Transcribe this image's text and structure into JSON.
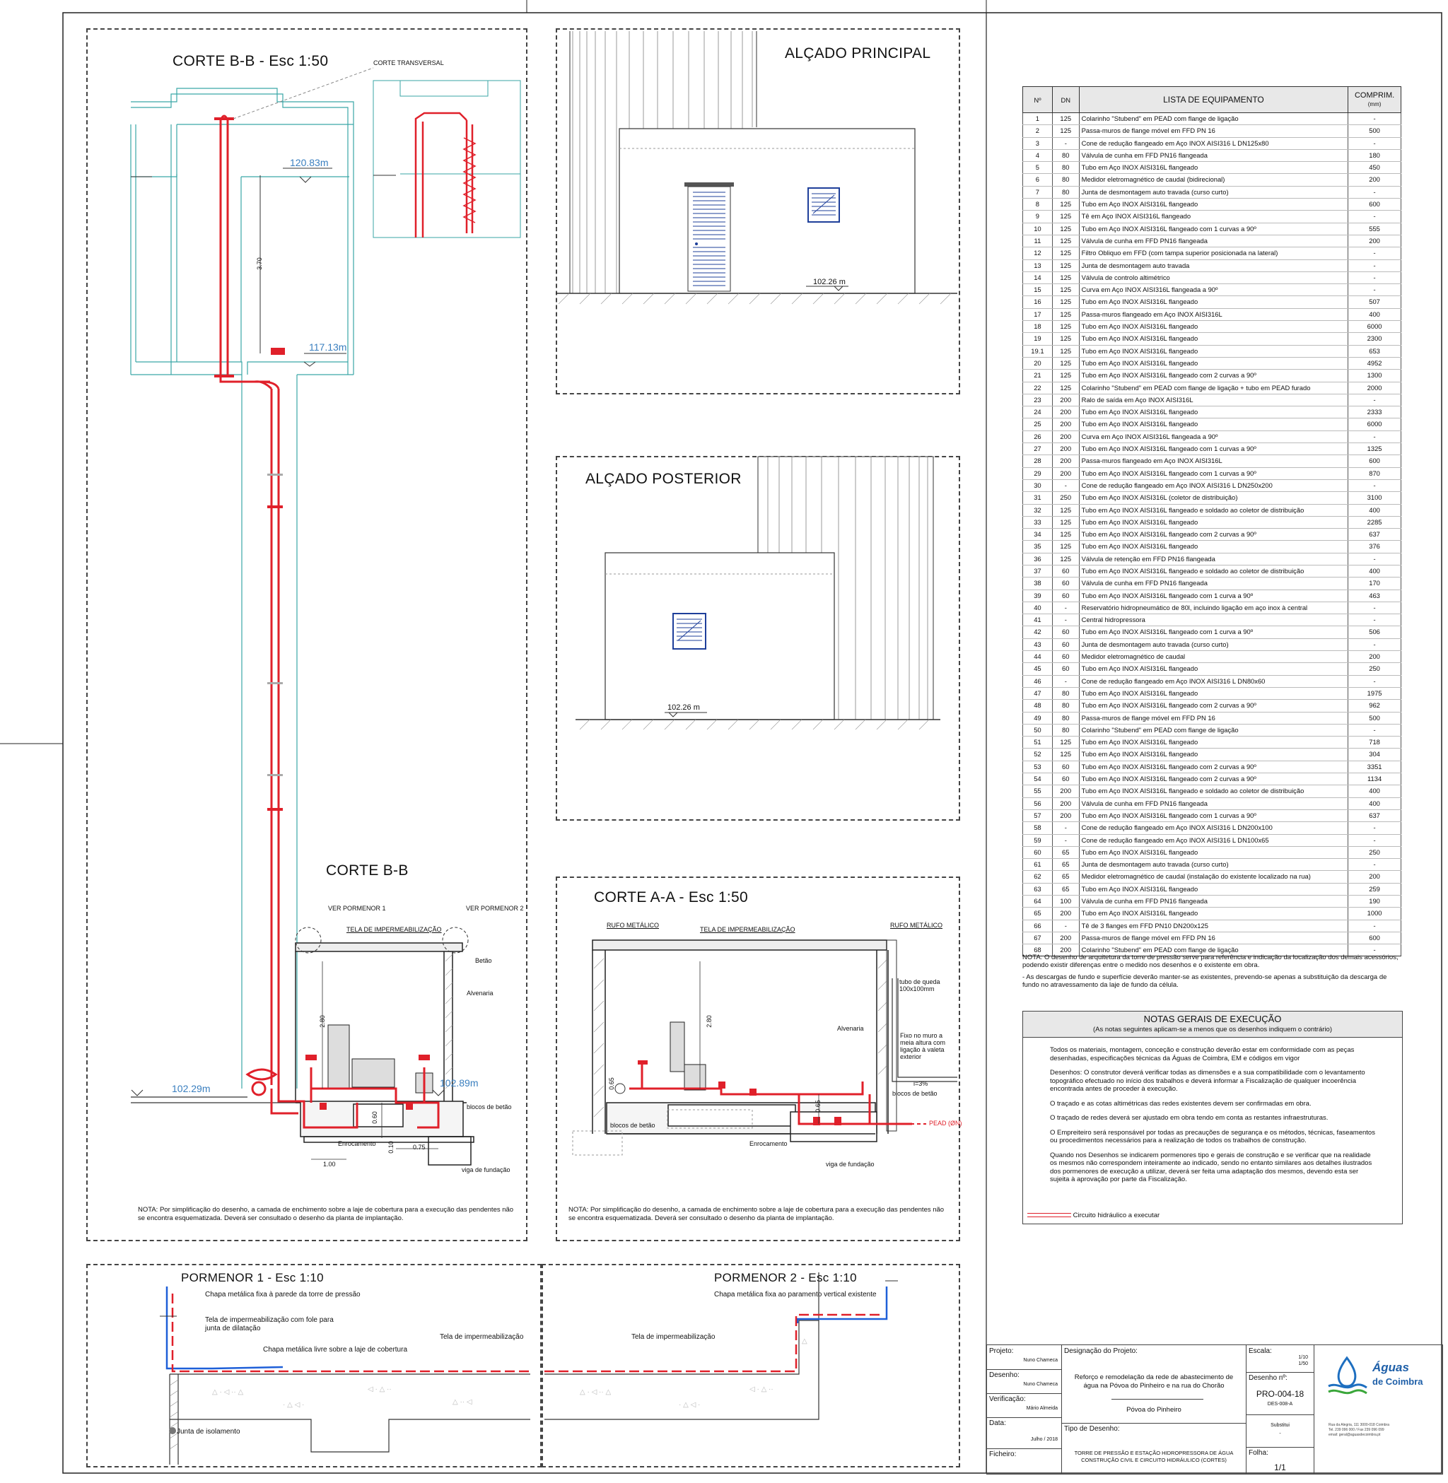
{
  "sections": {
    "corte_bb_50": "CORTE B-B - Esc 1:50",
    "corte_transversal": "CORTE TRANSVERSAL",
    "corte_bb": "CORTE B-B",
    "alcado_principal": "ALÇADO PRINCIPAL",
    "alcado_posterior": "ALÇADO POSTERIOR",
    "corte_aa": "CORTE A-A - Esc 1:50",
    "pormenor1": "PORMENOR 1 - Esc 1:10",
    "pormenor2": "PORMENOR 2 - Esc 1:10"
  },
  "levels": {
    "l120": "120.83m",
    "l117": "117.13m",
    "l102_29": "102.29m",
    "l102_89": "102.89m",
    "l102_26a": "102.26 m",
    "l102_26b": "102.26 m"
  },
  "dims": {
    "d370": "3.70",
    "d280a": "2.80",
    "d280b": "2.80",
    "d100": "1.00",
    "d060": "0.60",
    "d010": "0.10",
    "d075": "0.75",
    "d065a": "0.65",
    "d065b": "0.65",
    "slope": "i=3%"
  },
  "labels": {
    "ver_pormenor1": "VER PORMENOR 1",
    "ver_pormenor2": "VER PORMENOR 2",
    "tela_bb": "TELA DE IMPERMEABILIZAÇÃO",
    "betao": "Betão",
    "alvenaria_bb": "Alvenaria",
    "blocos_bb": "blocos de betão",
    "enrocamento_bb": "Enrocamento",
    "viga_bb": "viga de fundação",
    "rufo_l": "RUFO METÁLICO",
    "rufo_r": "RUFO METÁLICO",
    "tela_aa": "TELA DE IMPERMEABILIZAÇÃO",
    "tubo_queda": "tubo de queda 100x100mm",
    "alvenaria_aa": "Alvenaria",
    "fixo_muro": "Fixo no muro a meia altura com ligação à valeta exterior",
    "blocos_aa_l": "blocos de betão",
    "blocos_aa_r": "blocos de betão",
    "enrocamento_aa": "Enrocamento",
    "viga_aa": "viga de fundação",
    "pead": "PEAD (ØN)",
    "p1_chapa_fixa": "Chapa metálica fixa à parede da torre de pressão",
    "p1_tela_fole": "Tela de impermeabilização com fole para junta de dilatação",
    "p1_chapa_livre": "Chapa metálica livre sobre a laje de cobertura",
    "p1_tela": "Tela de impermeabilização",
    "p1_junta": "Junta de isolamento",
    "p2_chapa": "Chapa metálica fixa ao paramento vertical existente",
    "p2_tela": "Tela de impermeabilização"
  },
  "nota_bb": "NOTA: Por simplificação do desenho, a camada de enchimento sobre a laje de cobertura para a execução das pendentes não se encontra esquematizada. Deverá ser consultado o desenho da planta de implantação.",
  "nota_aa": "NOTA: Por simplificação do desenho, a camada de enchimento sobre a laje de cobertura para a execução das pendentes não se encontra esquematizada. Deverá ser consultado o desenho da planta de implantação.",
  "table": {
    "headers": {
      "n": "Nº",
      "dn": "DN",
      "lista": "LISTA DE EQUIPAMENTO",
      "comp": "COMPRIM.",
      "unit": "(mm)"
    },
    "rows": [
      [
        "1",
        "125",
        "Colarinho \"Stubend\" em PEAD com flange de ligação",
        "-"
      ],
      [
        "2",
        "125",
        "Passa-muros de flange móvel em FFD PN 16",
        "500"
      ],
      [
        "3",
        "-",
        "Cone de redução flangeado em Aço INOX AISI316 L DN125x80",
        "-"
      ],
      [
        "4",
        "80",
        "Válvula de cunha em FFD PN16 flangeada",
        "180"
      ],
      [
        "5",
        "80",
        "Tubo em Aço INOX AISI316L flangeado",
        "450"
      ],
      [
        "6",
        "80",
        "Medidor eletromagnético de caudal (bidirecional)",
        "200"
      ],
      [
        "7",
        "80",
        "Junta de desmontagem auto travada (curso curto)",
        "-"
      ],
      [
        "8",
        "125",
        "Tubo em Aço INOX AISI316L flangeado",
        "600"
      ],
      [
        "9",
        "125",
        "Tê em Aço INOX AISI316L flangeado",
        "-"
      ],
      [
        "10",
        "125",
        "Tubo em Aço INOX AISI316L flangeado com 1 curvas a 90º",
        "555"
      ],
      [
        "11",
        "125",
        "Válvula de cunha em FFD PN16 flangeada",
        "200"
      ],
      [
        "12",
        "125",
        "Filtro Obliquo em FFD (com tampa superior posicionada na lateral)",
        "-"
      ],
      [
        "13",
        "125",
        "Junta de desmontagem auto travada",
        "-"
      ],
      [
        "14",
        "125",
        "Válvula de controlo altimétrico",
        "-"
      ],
      [
        "15",
        "125",
        "Curva em Aço INOX AISI316L flangeada a 90º",
        "-"
      ],
      [
        "16",
        "125",
        "Tubo em Aço INOX AISI316L flangeado",
        "507"
      ],
      [
        "17",
        "125",
        "Passa-muros flangeado em Aço INOX AISI316L",
        "400"
      ],
      [
        "18",
        "125",
        "Tubo em Aço INOX AISI316L flangeado",
        "6000"
      ],
      [
        "19",
        "125",
        "Tubo em Aço INOX AISI316L flangeado",
        "2300"
      ],
      [
        "19.1",
        "125",
        "Tubo em Aço INOX AISI316L flangeado",
        "653"
      ],
      [
        "20",
        "125",
        "Tubo em Aço INOX AISI316L flangeado",
        "4952"
      ],
      [
        "21",
        "125",
        "Tubo em Aço INOX AISI316L flangeado com 2 curvas a 90º",
        "1300"
      ],
      [
        "22",
        "125",
        "Colarinho \"Stubend\" em PEAD com flange de ligação + tubo em PEAD furado",
        "2000"
      ],
      [
        "23",
        "200",
        "Ralo de saída em Aço INOX AISI316L",
        "-"
      ],
      [
        "24",
        "200",
        "Tubo em Aço INOX AISI316L flangeado",
        "2333"
      ],
      [
        "25",
        "200",
        "Tubo em Aço INOX AISI316L flangeado",
        "6000"
      ],
      [
        "26",
        "200",
        "Curva em Aço INOX AISI316L flangeada a 90º",
        "-"
      ],
      [
        "27",
        "200",
        "Tubo em Aço INOX AISI316L flangeado com 1 curvas a 90º",
        "1325"
      ],
      [
        "28",
        "200",
        "Passa-muros flangeado em Aço INOX AISI316L",
        "600"
      ],
      [
        "29",
        "200",
        "Tubo em Aço INOX AISI316L flangeado com 1 curvas a 90º",
        "870"
      ],
      [
        "30",
        "-",
        "Cone de redução flangeado em Aço INOX AISI316 L DN250x200",
        "-"
      ],
      [
        "31",
        "250",
        "Tubo em Aço INOX AISI316L (coletor de distribuição)",
        "3100"
      ],
      [
        "32",
        "125",
        "Tubo em Aço INOX AISI316L flangeado e soldado ao coletor de distribuição",
        "400"
      ],
      [
        "33",
        "125",
        "Tubo em Aço INOX AISI316L flangeado",
        "2285"
      ],
      [
        "34",
        "125",
        "Tubo em Aço INOX AISI316L flangeado com 2 curvas a 90º",
        "637"
      ],
      [
        "35",
        "125",
        "Tubo em Aço INOX AISI316L flangeado",
        "376"
      ],
      [
        "36",
        "125",
        "Válvula de retenção em FFD PN16 flangeada",
        "-"
      ],
      [
        "37",
        "60",
        "Tubo em Aço INOX AISI316L flangeado e soldado ao coletor de distribuição",
        "400"
      ],
      [
        "38",
        "60",
        "Válvula de cunha em FFD PN16 flangeada",
        "170"
      ],
      [
        "39",
        "60",
        "Tubo em Aço INOX AISI316L flangeado com 1 curva a 90º",
        "463"
      ],
      [
        "40",
        "-",
        "Reservatório hidropneumático de 80l, incluindo ligação em aço inox à central",
        "-"
      ],
      [
        "41",
        "-",
        "Central hidropressora",
        "-"
      ],
      [
        "42",
        "60",
        "Tubo em Aço INOX AISI316L flangeado com 1 curva a 90º",
        "506"
      ],
      [
        "43",
        "60",
        "Junta de desmontagem auto travada (curso curto)",
        "-"
      ],
      [
        "44",
        "60",
        "Medidor eletromagnético de caudal",
        "200"
      ],
      [
        "45",
        "60",
        "Tubo em Aço INOX AISI316L flangeado",
        "250"
      ],
      [
        "46",
        "-",
        "Cone de redução flangeado em Aço INOX AISI316 L DN80x60",
        "-"
      ],
      [
        "47",
        "80",
        "Tubo em Aço INOX AISI316L flangeado",
        "1975"
      ],
      [
        "48",
        "80",
        "Tubo em Aço INOX AISI316L flangeado com 2 curvas a 90º",
        "962"
      ],
      [
        "49",
        "80",
        "Passa-muros de flange móvel em FFD PN 16",
        "500"
      ],
      [
        "50",
        "80",
        "Colarinho \"Stubend\" em PEAD com flange de ligação",
        "-"
      ],
      [
        "51",
        "125",
        "Tubo em Aço INOX AISI316L flangeado",
        "718"
      ],
      [
        "52",
        "125",
        "Tubo em Aço INOX AISI316L flangeado",
        "304"
      ],
      [
        "53",
        "60",
        "Tubo em Aço INOX AISI316L flangeado com 2 curvas a 90º",
        "3351"
      ],
      [
        "54",
        "60",
        "Tubo em Aço INOX AISI316L flangeado com 2 curvas a 90º",
        "1134"
      ],
      [
        "55",
        "200",
        "Tubo em Aço INOX AISI316L flangeado e soldado ao coletor de distribuição",
        "400"
      ],
      [
        "56",
        "200",
        "Válvula de cunha em FFD PN16 flangeada",
        "400"
      ],
      [
        "57",
        "200",
        "Tubo em Aço INOX AISI316L flangeado com 1 curvas a 90º",
        "637"
      ],
      [
        "58",
        "-",
        "Cone de redução flangeado em Aço INOX AISI316 L DN200x100",
        "-"
      ],
      [
        "59",
        "-",
        "Cone de redução flangeado em Aço INOX AISI316 L DN100x65",
        "-"
      ],
      [
        "60",
        "65",
        "Tubo em Aço INOX AISI316L flangeado",
        "250"
      ],
      [
        "61",
        "65",
        "Junta de desmontagem auto travada (curso curto)",
        "-"
      ],
      [
        "62",
        "65",
        "Medidor eletromagnético de caudal (instalação do existente localizado na rua)",
        "200"
      ],
      [
        "63",
        "65",
        "Tubo em Aço INOX AISI316L flangeado",
        "259"
      ],
      [
        "64",
        "100",
        "Válvula de cunha em FFD PN16 flangeada",
        "190"
      ],
      [
        "65",
        "200",
        "Tubo em Aço INOX AISI316L flangeado",
        "1000"
      ],
      [
        "66",
        "-",
        "Tê de 3 flanges em FFD PN10 DN200x125",
        "-"
      ],
      [
        "67",
        "200",
        "Passa-muros de flange móvel em FFD PN 16",
        "600"
      ],
      [
        "68",
        "200",
        "Colarinho \"Stubend\" em PEAD com flange de ligação",
        "-"
      ]
    ]
  },
  "table_notes": {
    "n1": "NOTA: O desenho de arquitetura da torre de pressão serve para referência e indicação da localização dos demais acessórios, podendo existir diferenças entre o medido nos desenhos e o existente em obra.",
    "n2": "- As descargas de fundo e superfície deverão manter-se as existentes, prevendo-se apenas a substituição da descarga de fundo no atravessamento da laje de fundo da célula."
  },
  "notas_gerais": {
    "title": "NOTAS GERAIS DE EXECUÇÃO",
    "subtitle": "(As notas seguintes aplicam-se a menos que os desenhos indiquem o contrário)",
    "p1": "Todos os materiais, montagem, conceção e construção deverão estar em conformidade com as peças desenhadas, especificações técnicas da Águas de Coimbra, EM e códigos em vigor",
    "p2": "Desenhos: O construtor deverá verificar todas as dimensões e a sua compatibilidade com o levantamento topográfico efectuado no início dos trabalhos e deverá informar a Fiscalização de qualquer incoerência encontrada antes de proceder à execução.",
    "p3": "O traçado e as cotas altimétricas das redes existentes devem ser confirmadas em obra.",
    "p4": "O traçado de redes deverá ser ajustado em obra tendo em conta as restantes infraestruturas.",
    "p5": "O Empreiteiro será responsável por todas as precauções de segurança e os métodos, técnicas, faseamentos ou procedimentos necessários para a realização de todos os trabalhos de construção.",
    "p6": "Quando nos Desenhos se indicarem pormenores tipo e gerais de construção e se verificar que na realidade os mesmos não correspondem inteiramente ao indicado, sendo no entanto similares aos detalhes ilustrados dos pormenores de execução a utilizar, deverá ser feita uma adaptação dos mesmos, devendo esta ser sujeita à aprovação por parte da Fiscalização.",
    "legend": "Circuito hidráulico a executar"
  },
  "title_block": {
    "projeto_lbl": "Projeto:",
    "projeto": "Nuno Chameca",
    "desenho_lbl": "Desenho:",
    "desenho": "Nuno Chameca",
    "verificacao_lbl": "Verificação:",
    "verificacao": "Mário Almeida",
    "data_lbl": "Data:",
    "data": "Julho / 2018",
    "ficheiro_lbl": "Ficheiro:",
    "designacao_lbl": "Designação do Projeto:",
    "designacao": "Reforço e remodelação da rede de abastecimento de água na Póvoa do Pinheiro e na rua do Chorão",
    "local": "Póvoa do Pinheiro",
    "tipo_lbl": "Tipo de Desenho:",
    "tipo": "TORRE DE PRESSÃO E ESTAÇÃO HIDROPRESSORA DE ÁGUA CONSTRUÇÃO CIVIL E CIRCUITO HIDRÁULICO (CORTES)",
    "escala_lbl": "Escala:",
    "escala1": "1/10",
    "escala2": "1/50",
    "desenho_n_lbl": "Desenho nº:",
    "desenho_n": "PRO-004-18",
    "des_ref": "DES-008-A",
    "substitui": "Substitui",
    "substitui_val": "-",
    "folha_lbl": "Folha:",
    "folha": "1/1",
    "logo_line1": "Águas",
    "logo_line2": "de Coimbra",
    "addr": "Rua da Alegria, 111 3000-018 Coimbra Tel. 239 096 000 / Fax 239 096 099 email: geral@aguasdecoimbra.pt"
  },
  "colors": {
    "pipe": "#e0202a",
    "tela": "#d02020",
    "chapa": "#1e5fd8",
    "water": "#3aa6a6",
    "hatch": "#888888"
  }
}
